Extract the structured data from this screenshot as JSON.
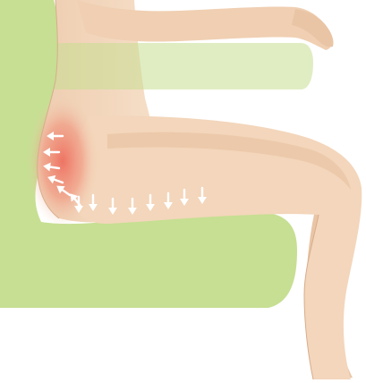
{
  "illustration": {
    "subject": "seated-figure-pressure-points",
    "colors": {
      "chair": "#c6df92",
      "chair_light": "#dbebb8",
      "chair_edge": "#a9c970",
      "skin": "#f3d6bb",
      "skin_shade": "#e7bf9f",
      "skin_outline": "#d7ad8c",
      "pressure": "#ee6f5f",
      "arrow_fill": "#ffffff"
    },
    "arrows": {
      "back": [
        {
          "id": "back-arrow-1"
        },
        {
          "id": "back-arrow-2"
        },
        {
          "id": "back-arrow-3"
        },
        {
          "id": "back-arrow-4"
        },
        {
          "id": "back-arrow-5"
        },
        {
          "id": "back-arrow-6"
        }
      ],
      "seat": [
        {
          "id": "seat-arrow-1"
        },
        {
          "id": "seat-arrow-2"
        },
        {
          "id": "seat-arrow-3"
        },
        {
          "id": "seat-arrow-4"
        },
        {
          "id": "seat-arrow-5"
        },
        {
          "id": "seat-arrow-6"
        },
        {
          "id": "seat-arrow-7"
        },
        {
          "id": "seat-arrow-8"
        }
      ]
    }
  }
}
